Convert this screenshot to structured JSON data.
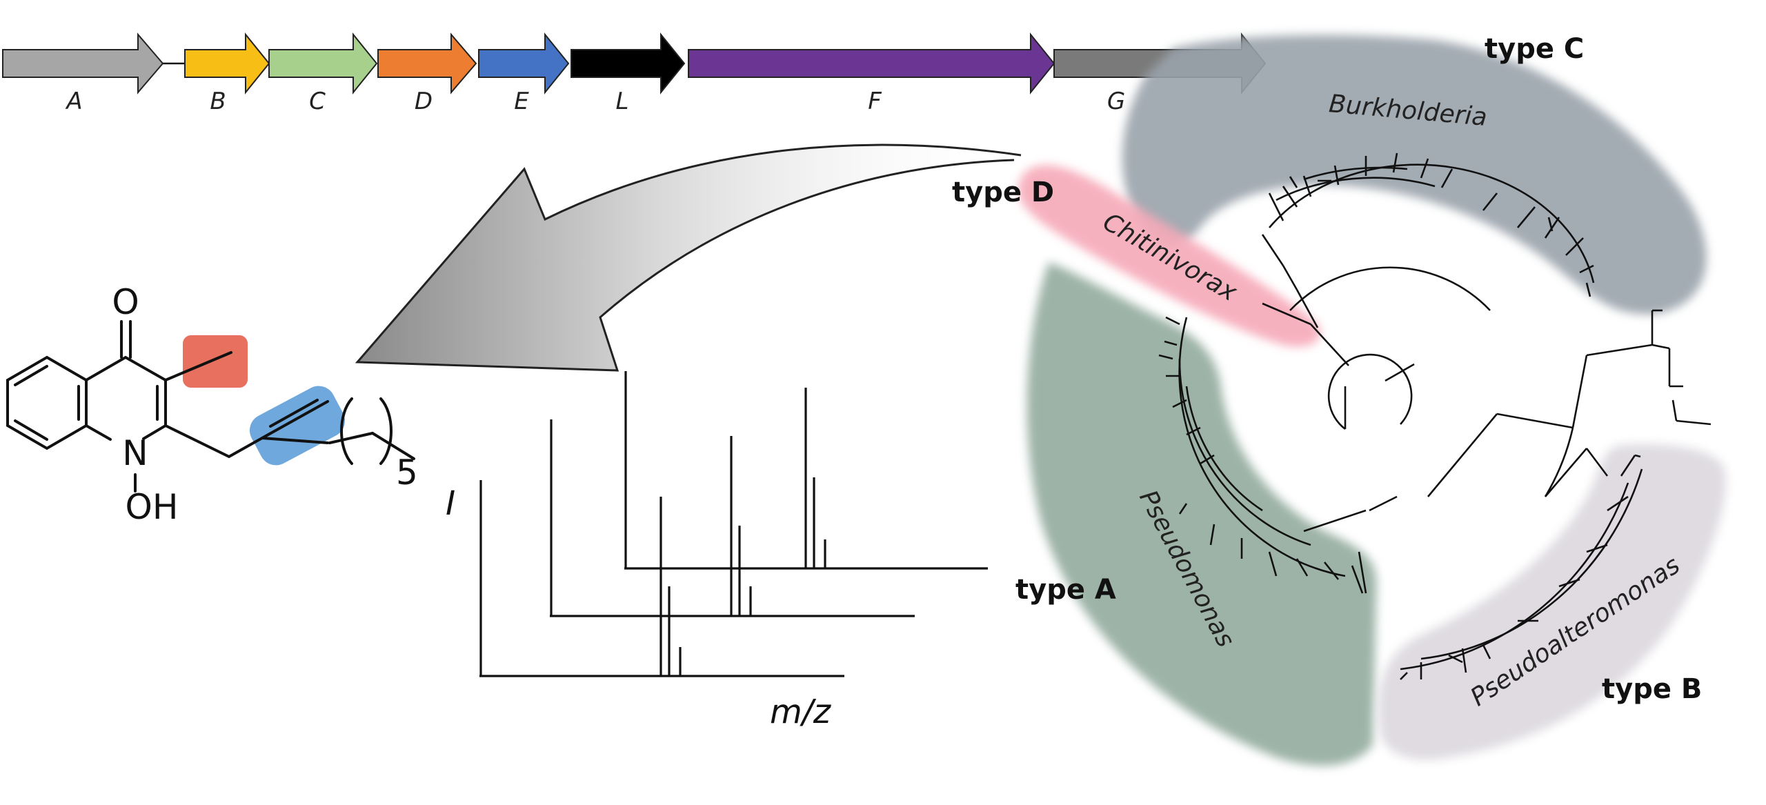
{
  "gene_cluster": [
    {
      "label": "A",
      "color": "#a6a6a6"
    },
    {
      "label": "B",
      "color": "#f7be16"
    },
    {
      "label": "C",
      "color": "#a8d08d"
    },
    {
      "label": "D",
      "color": "#ed7d31"
    },
    {
      "label": "E",
      "color": "#4472c4"
    },
    {
      "label": "L",
      "color": "#000000"
    },
    {
      "label": "F",
      "color": "#6b3594"
    },
    {
      "label": "G",
      "color": "#7a7a7a"
    }
  ],
  "molecule": {
    "oxygen_label": "O",
    "nitrogen_label": "N",
    "hydroxyl_label": "OH",
    "repeat_subscript": "5",
    "highlight_methyl_color": "#e8705f",
    "highlight_double_bond_color": "#6fa8dc"
  },
  "spectrum": {
    "y_label": "I",
    "x_label": "m/z"
  },
  "tree": {
    "clades": [
      {
        "type_label": "type C",
        "genus": "Burkholderia",
        "color": "#9aa3ab"
      },
      {
        "type_label": "type D",
        "genus": "Chitinivorax",
        "color": "#f6a9b8"
      },
      {
        "type_label": "type A",
        "genus": "Pseudomonas",
        "color": "#93ab9f"
      },
      {
        "type_label": "type B",
        "genus": "Pseudoalteromonas",
        "color": "#dcd8de"
      }
    ]
  }
}
